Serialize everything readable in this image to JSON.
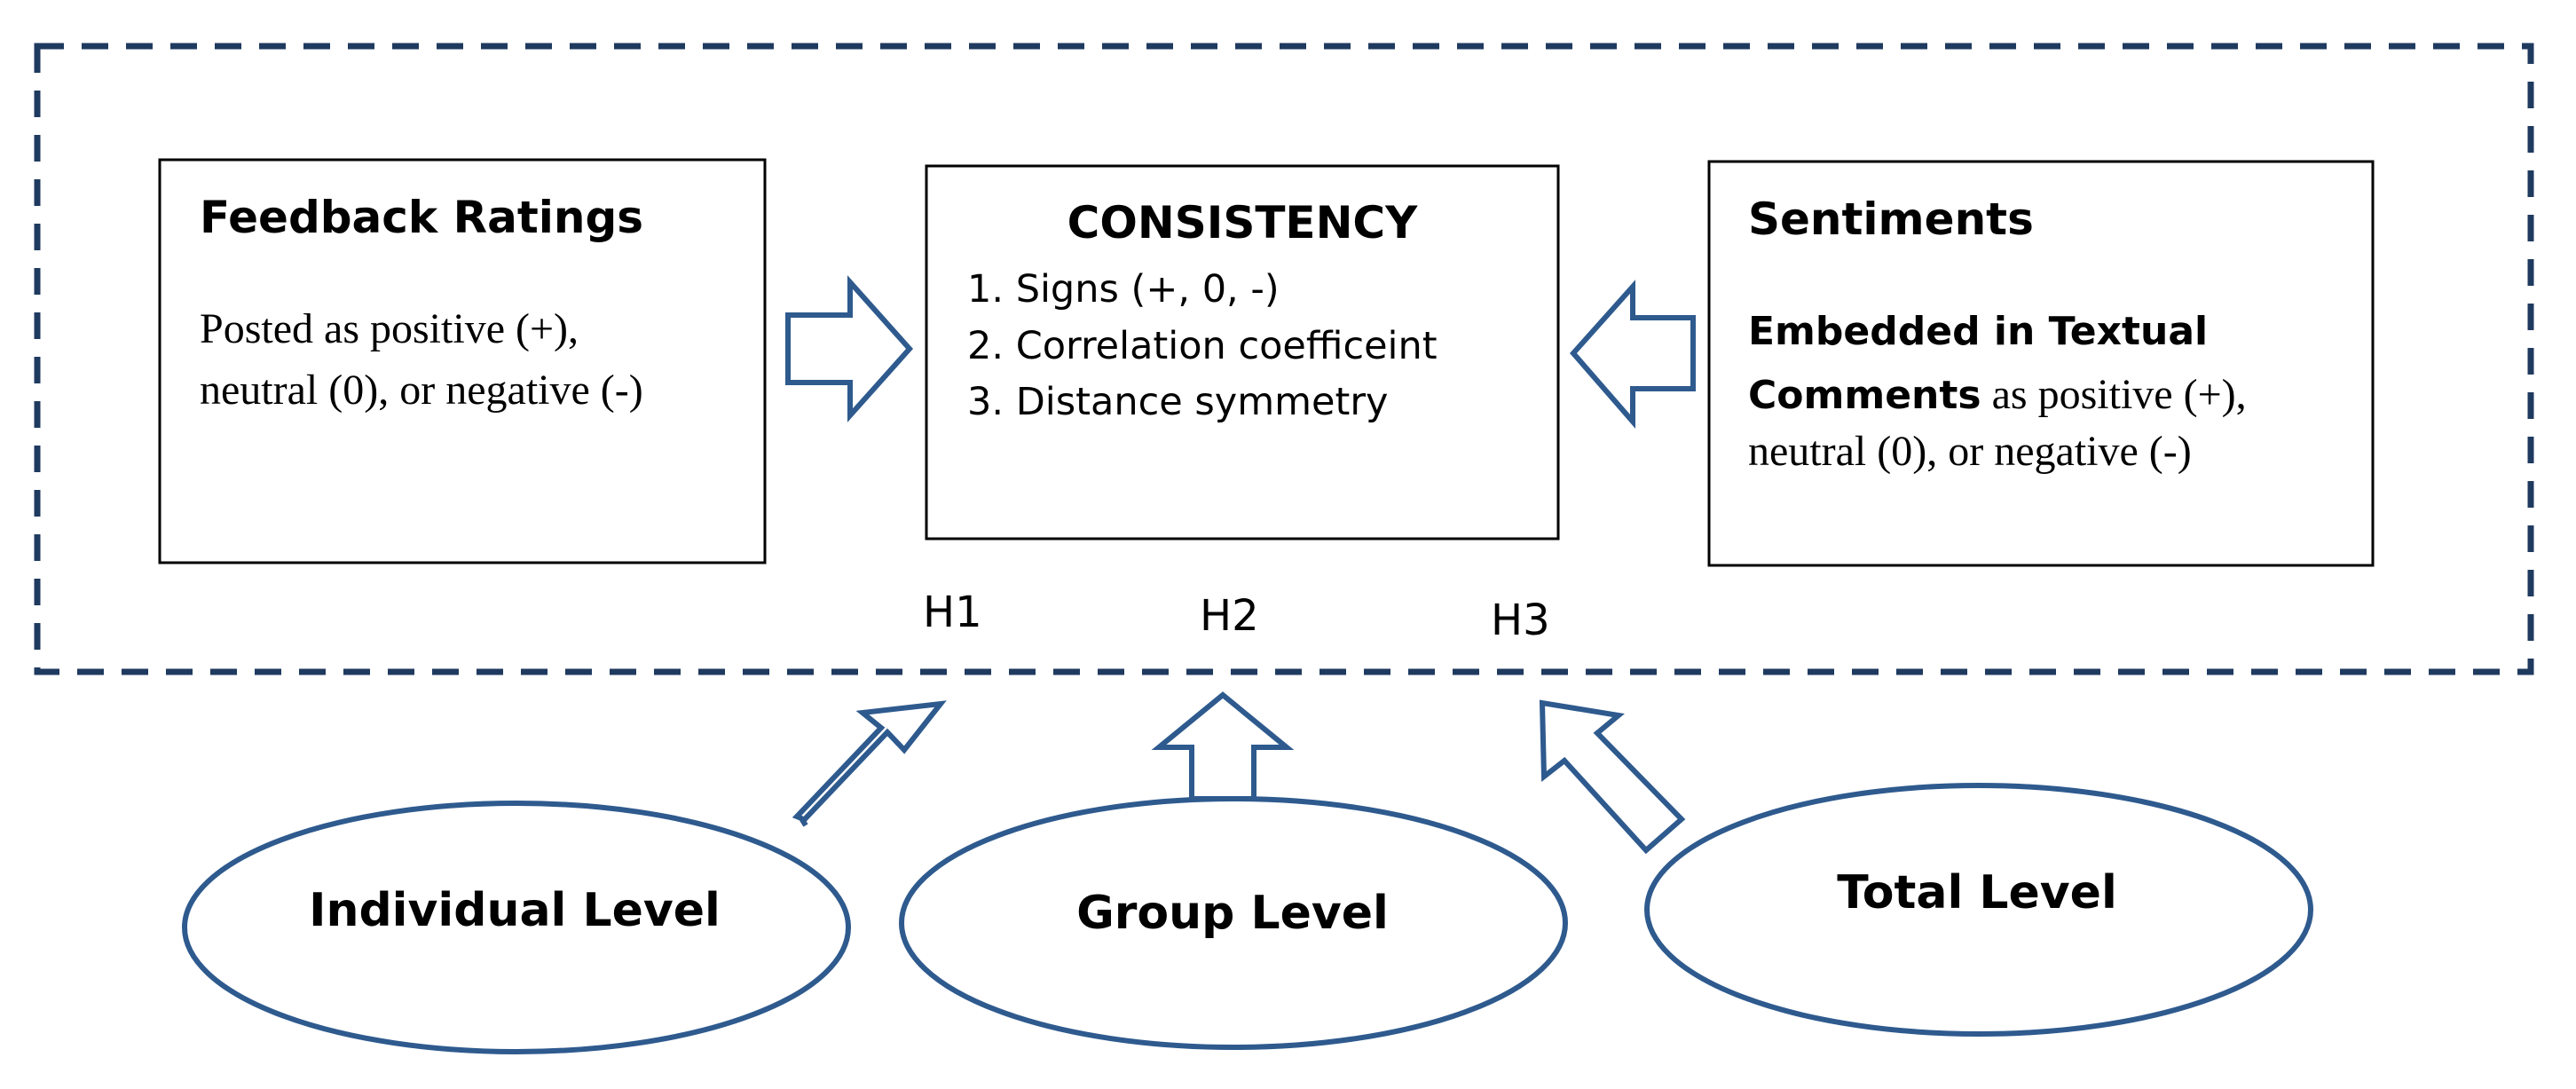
{
  "colors": {
    "frame": "#1f3a5f",
    "arrow_stroke": "#2e5a8e",
    "ellipse_stroke": "#2e5a8e",
    "box_stroke": "#000000",
    "text": "#000000"
  },
  "feedback_box": {
    "title": "Feedback Ratings",
    "line1": "Posted as positive (+),",
    "line2": "neutral (0), or negative (-)"
  },
  "consistency_box": {
    "title": "CONSISTENCY",
    "items": [
      "1. Signs (+, 0, -)",
      "2. Correlation coefficeint",
      "3. Distance symmetry"
    ]
  },
  "sentiments_box": {
    "title": "Sentiments",
    "line1_bold": "Embedded in Textual",
    "line2_bold": "Comments",
    "line2_rest": " as positive (+),",
    "line3": "neutral (0), or negative (-)"
  },
  "hypotheses": [
    "H1",
    "H2",
    "H3"
  ],
  "levels": [
    "Individual Level",
    "Group Level",
    "Total Level"
  ]
}
